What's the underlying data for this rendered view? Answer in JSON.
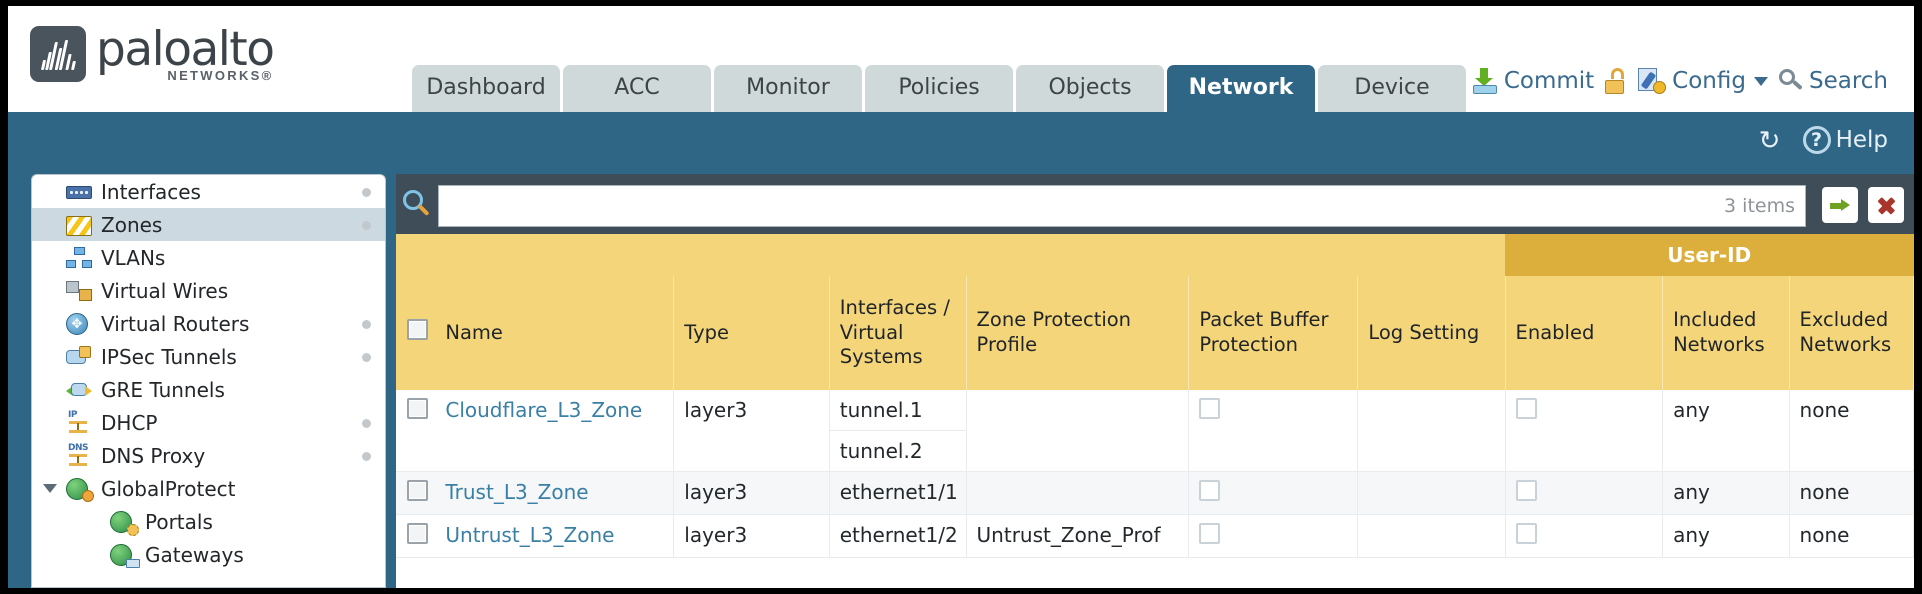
{
  "brand": {
    "name": "paloalto",
    "tagline": "NETWORKS",
    "registered": "®"
  },
  "nav_tabs": [
    {
      "label": "Dashboard",
      "active": false
    },
    {
      "label": "ACC",
      "active": false
    },
    {
      "label": "Monitor",
      "active": false
    },
    {
      "label": "Policies",
      "active": false
    },
    {
      "label": "Objects",
      "active": false
    },
    {
      "label": "Network",
      "active": true
    },
    {
      "label": "Device",
      "active": false
    }
  ],
  "top_actions": {
    "commit": "Commit",
    "config": "Config",
    "search": "Search",
    "lock_icon": "unlock-icon",
    "commit_icon": "commit-icon",
    "config_icon": "config-icon",
    "search_icon": "search-icon",
    "caret_icon": "chevron-down-icon"
  },
  "sub_bar": {
    "refresh_icon": "refresh-icon",
    "refresh_glyph": "↻",
    "help_label": "Help",
    "help_glyph": "?"
  },
  "sidebar": {
    "items": [
      {
        "label": "Interfaces",
        "icon": "interfaces-icon",
        "selected": false,
        "dot": true,
        "child": false,
        "expander": false
      },
      {
        "label": "Zones",
        "icon": "zones-icon",
        "selected": true,
        "dot": true,
        "child": false,
        "expander": false
      },
      {
        "label": "VLANs",
        "icon": "vlans-icon",
        "selected": false,
        "dot": false,
        "child": false,
        "expander": false
      },
      {
        "label": "Virtual Wires",
        "icon": "virtual-wires-icon",
        "selected": false,
        "dot": false,
        "child": false,
        "expander": false
      },
      {
        "label": "Virtual Routers",
        "icon": "virtual-routers-icon",
        "selected": false,
        "dot": true,
        "child": false,
        "expander": false
      },
      {
        "label": "IPSec Tunnels",
        "icon": "ipsec-tunnels-icon",
        "selected": false,
        "dot": true,
        "child": false,
        "expander": false
      },
      {
        "label": "GRE Tunnels",
        "icon": "gre-tunnels-icon",
        "selected": false,
        "dot": false,
        "child": false,
        "expander": false
      },
      {
        "label": "DHCP",
        "icon": "dhcp-icon",
        "selected": false,
        "dot": true,
        "child": false,
        "expander": false
      },
      {
        "label": "DNS Proxy",
        "icon": "dns-proxy-icon",
        "selected": false,
        "dot": true,
        "child": false,
        "expander": false
      },
      {
        "label": "GlobalProtect",
        "icon": "globalprotect-icon",
        "selected": false,
        "dot": false,
        "child": false,
        "expander": true
      },
      {
        "label": "Portals",
        "icon": "portals-icon",
        "selected": false,
        "dot": false,
        "child": true,
        "expander": false
      },
      {
        "label": "Gateways",
        "icon": "gateways-icon",
        "selected": false,
        "dot": false,
        "child": true,
        "expander": false
      }
    ]
  },
  "filter": {
    "value": "",
    "placeholder": "",
    "items_count": "3 items",
    "search_icon": "search-icon",
    "apply_icon": "arrow-right-icon",
    "clear_icon": "close-icon"
  },
  "table": {
    "group_header": {
      "label": "User-ID",
      "span": 3
    },
    "columns": [
      "Name",
      "Type",
      "Interfaces / Virtual Systems",
      "Zone Protection Profile",
      "Packet Buffer Protection",
      "Log Setting",
      "Enabled",
      "Included Networks",
      "Excluded Networks"
    ],
    "rows": [
      {
        "selected": false,
        "name": "Cloudflare_L3_Zone",
        "type": "layer3",
        "interfaces": [
          "tunnel.1",
          "tunnel.2"
        ],
        "zone_protection_profile": "",
        "packet_buffer_protection": false,
        "log_setting": "",
        "userid_enabled": false,
        "included_networks": "any",
        "excluded_networks": "none"
      },
      {
        "selected": false,
        "name": "Trust_L3_Zone",
        "type": "layer3",
        "interfaces": [
          "ethernet1/1"
        ],
        "zone_protection_profile": "",
        "packet_buffer_protection": false,
        "log_setting": "",
        "userid_enabled": false,
        "included_networks": "any",
        "excluded_networks": "none"
      },
      {
        "selected": false,
        "name": "Untrust_L3_Zone",
        "type": "layer3",
        "interfaces": [
          "ethernet1/2"
        ],
        "zone_protection_profile": "Untrust_Zone_Prof",
        "packet_buffer_protection": false,
        "log_setting": "",
        "userid_enabled": false,
        "included_networks": "any",
        "excluded_networks": "none"
      }
    ]
  },
  "colors": {
    "brand_blue": "#2F6585",
    "header_gold": "#F5D57A",
    "userid_gold": "#DCAE3C",
    "tab_grey": "#CFD9D9",
    "link_blue": "#3A7FA5",
    "panel_dark": "#3E4D57"
  }
}
